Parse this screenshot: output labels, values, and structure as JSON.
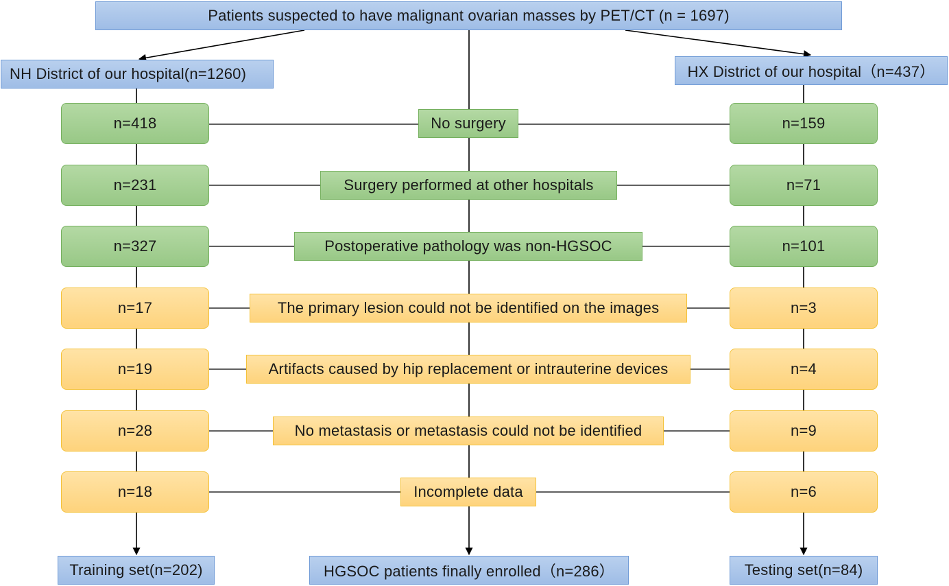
{
  "top": {
    "label": "Patients suspected to have malignant ovarian masses by PET/CT (n = 1697)"
  },
  "left_branch": {
    "header": "NH District of our hospital(n=1260)",
    "counts": [
      "n=418",
      "n=231",
      "n=327",
      "n=17",
      "n=19",
      "n=28",
      "n=18"
    ],
    "result": "Training set(n=202)"
  },
  "right_branch": {
    "header": "HX District of our hospital（n=437）",
    "counts": [
      "n=159",
      "n=71",
      "n=101",
      "n=3",
      "n=4",
      "n=9",
      "n=6"
    ],
    "result": "Testing set(n=84)"
  },
  "criteria": [
    "No surgery",
    "Surgery performed at other hospitals",
    "Postoperative pathology was non-HGSOC",
    "The primary lesion could not be identified on the images",
    "Artifacts caused by hip replacement or intrauterine devices",
    "No metastasis or metastasis could not be identified",
    "Incomplete data"
  ],
  "final": {
    "label": "HGSOC patients finally enrolled（n=286）"
  },
  "colors": {
    "header_blue": "#a9c5ea",
    "exclusion_green": "#a6d094",
    "exclusion_orange": "#fed98a",
    "line": "#000000"
  }
}
